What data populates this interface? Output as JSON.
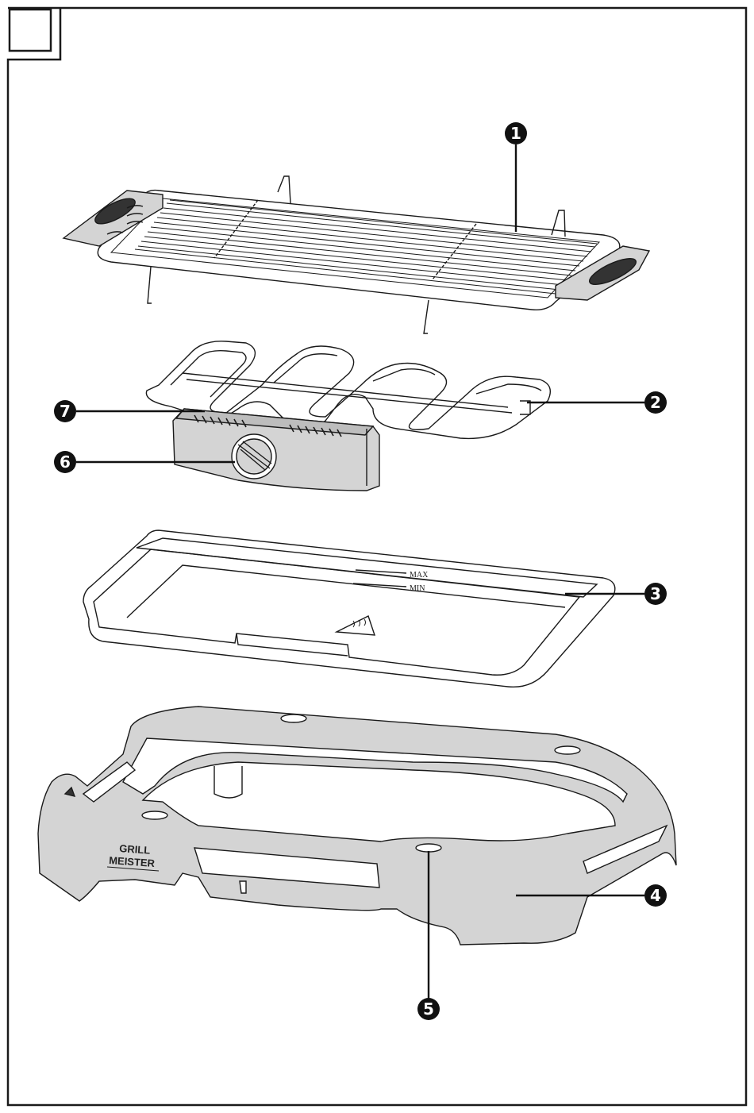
{
  "figure": {
    "corner_box": ""
  },
  "tray_marks": {
    "max": "MAX",
    "min": "MIN"
  },
  "brand": {
    "line1": "GRILL",
    "line2": "MEISTER"
  },
  "callouts": [
    {
      "name": "callout-1-grill-grate",
      "label": "1"
    },
    {
      "name": "callout-2-heating-element",
      "label": "2"
    },
    {
      "name": "callout-3-drip-tray",
      "label": "3"
    },
    {
      "name": "callout-4-base",
      "label": "4"
    },
    {
      "name": "callout-5-base-socket",
      "label": "5"
    },
    {
      "name": "callout-6-temperature-dial",
      "label": "6"
    },
    {
      "name": "callout-7-indicator-light",
      "label": "7"
    }
  ],
  "colors": {
    "outline": "#1a1a1a",
    "part_fill": "#d4d4d4",
    "callout_fill": "#111111"
  }
}
